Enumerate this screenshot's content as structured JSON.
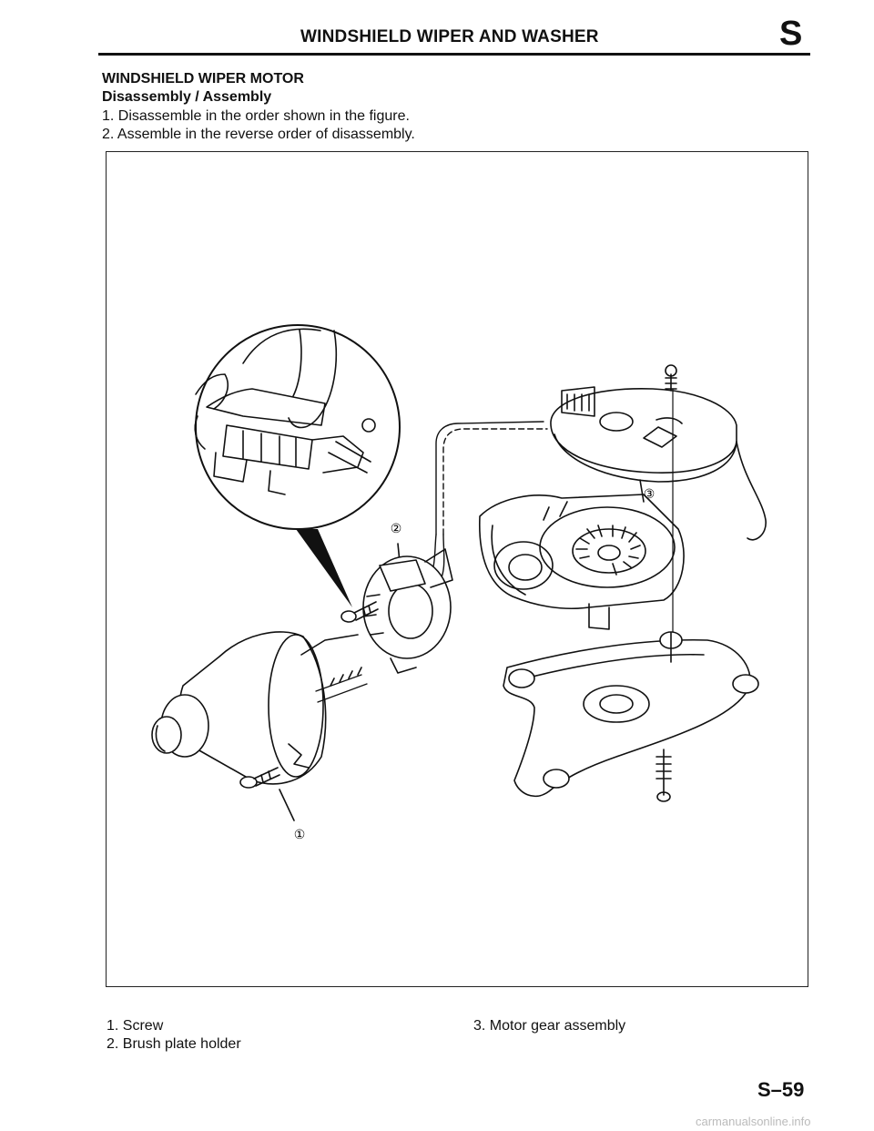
{
  "header": {
    "title": "WINDSHIELD WIPER AND WASHER",
    "section": "S"
  },
  "section": {
    "title": "WINDSHIELD WIPER MOTOR",
    "subtitle": "Disassembly / Assembly",
    "steps": [
      "1. Disassemble in the order shown in the figure.",
      "2. Assemble in the reverse order of disassembly."
    ]
  },
  "figure": {
    "callouts": [
      "①",
      "②",
      "③"
    ]
  },
  "legend": {
    "left": [
      "1. Screw",
      "2. Brush plate holder"
    ],
    "right": [
      "3. Motor gear assembly"
    ]
  },
  "footer": {
    "page_number": "S–59",
    "watermark": "carmanualsonline.info"
  }
}
